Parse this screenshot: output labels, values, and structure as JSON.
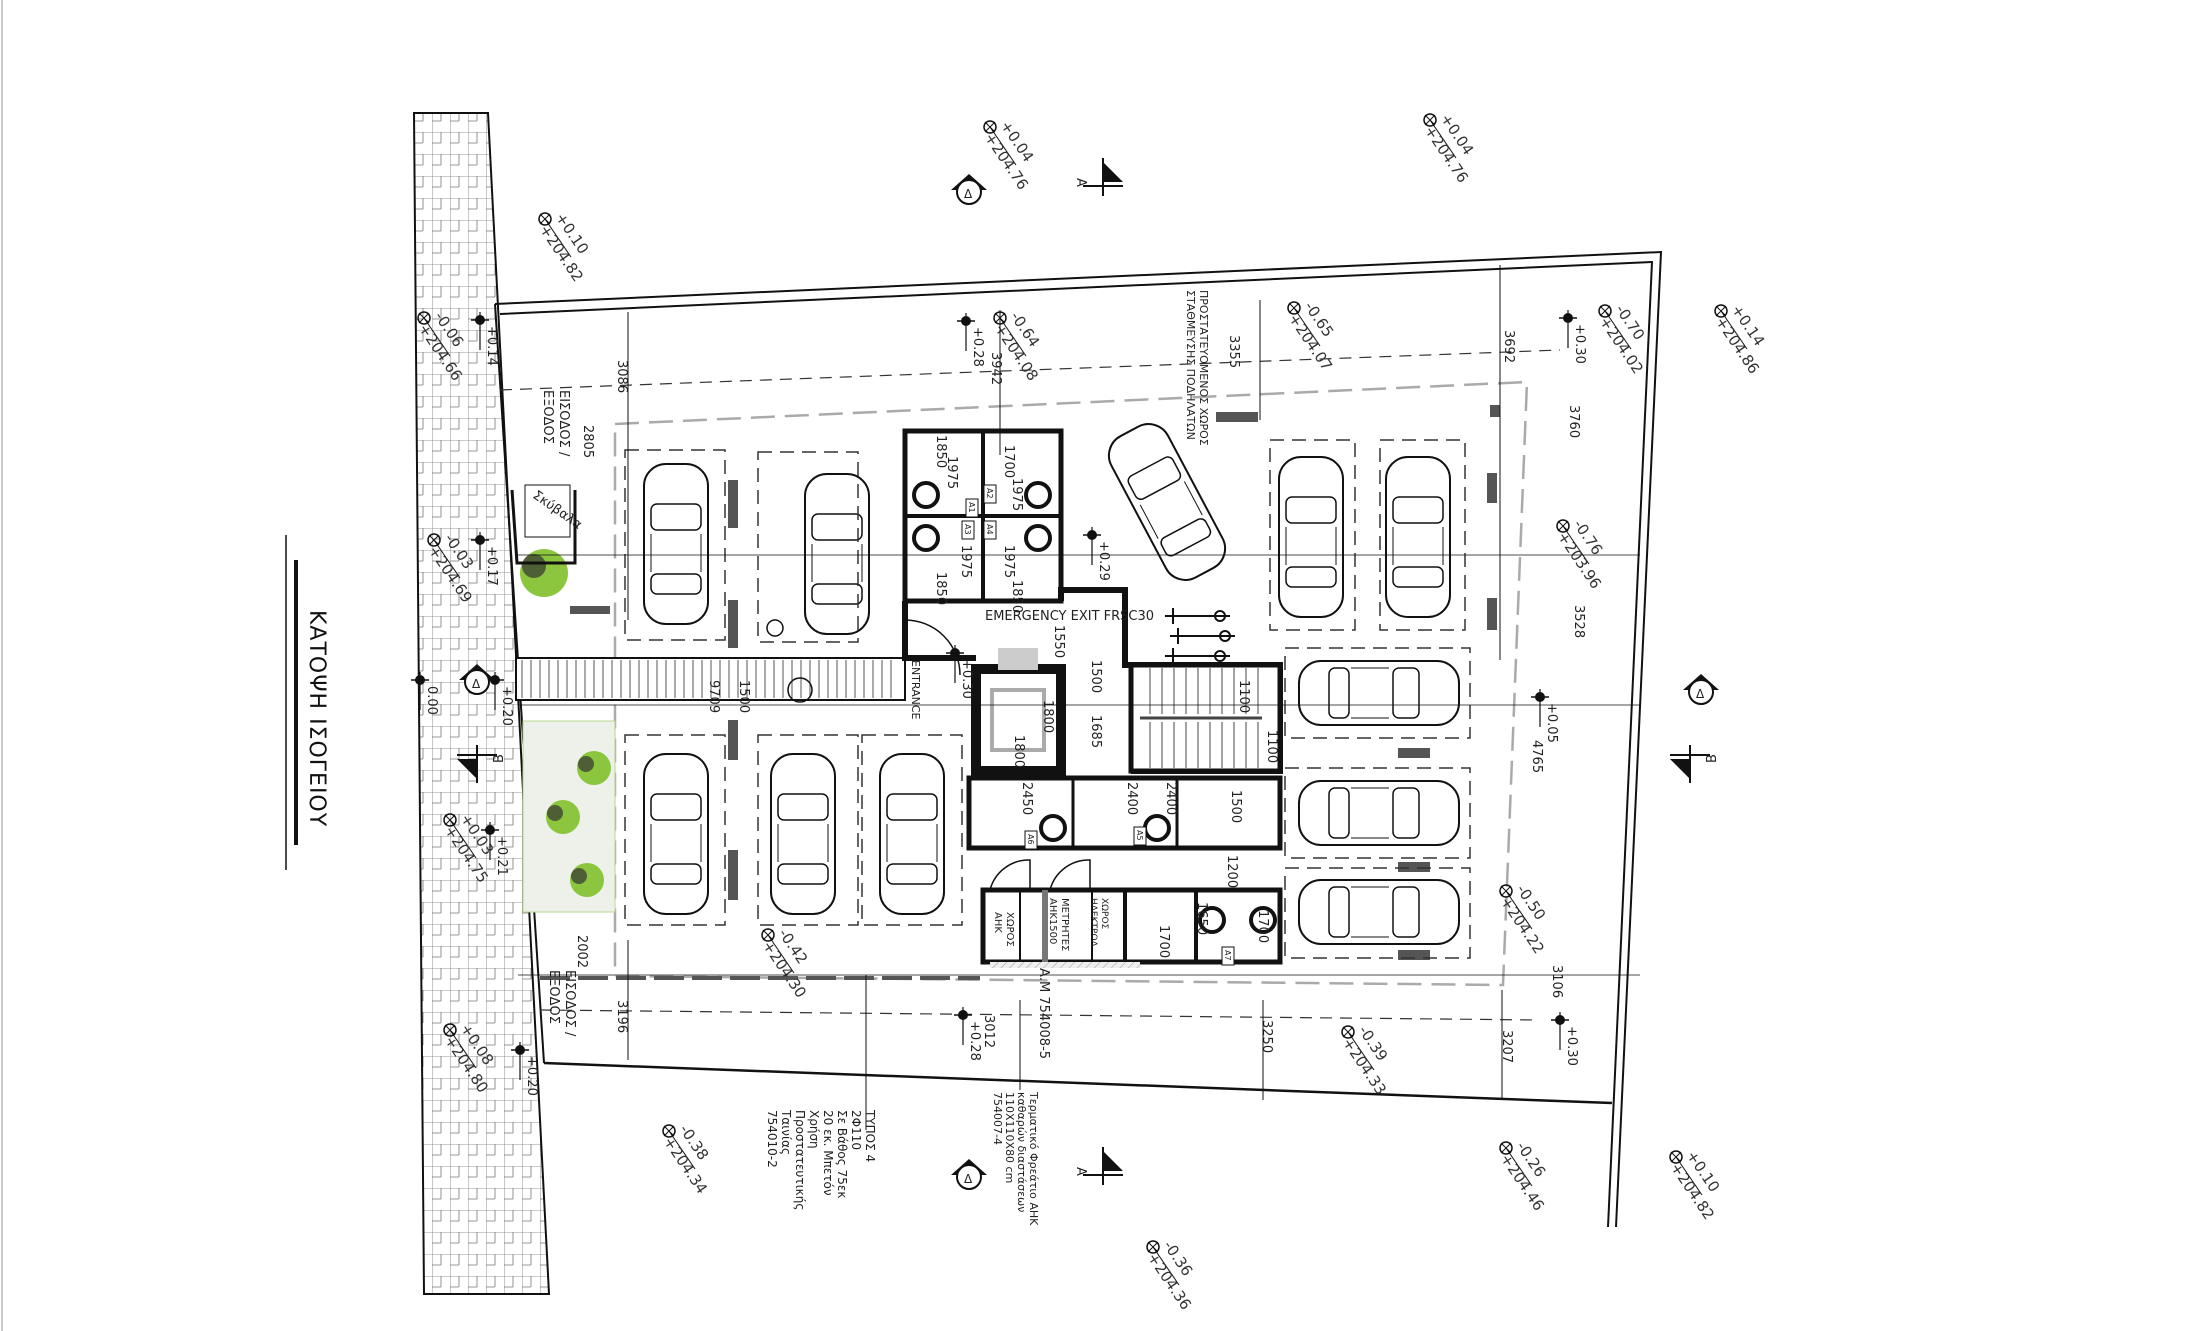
{
  "title": "ΚΑΤΟΨΗ ΙΣΟΓΕΙΟΥ",
  "colors": {
    "line": "#111111",
    "wall_fill": "#555555",
    "hatch": "#bbbbbb",
    "landscape": "#eef1ea",
    "tree": "#8cc63f"
  },
  "levels": [
    {
      "value": "+0.04",
      "absolute": "+204.76"
    },
    {
      "value": "+0.04",
      "absolute": "+204.76"
    },
    {
      "value": "+0.10",
      "absolute": "+204.82"
    },
    {
      "value": "-0.06",
      "absolute": "+204.66"
    },
    {
      "value": "-0.64",
      "absolute": "+204.08"
    },
    {
      "value": "-0.65",
      "absolute": "+204.07"
    },
    {
      "value": "-0.70",
      "absolute": "+204.02"
    },
    {
      "value": "+0.14",
      "absolute": "+204.86"
    },
    {
      "value": "-0.76",
      "absolute": "+203.96"
    },
    {
      "value": "-0.03",
      "absolute": "+204.69"
    },
    {
      "value": "+0.03",
      "absolute": "+204.75"
    },
    {
      "value": "-0.42",
      "absolute": "+204.30"
    },
    {
      "value": "-0.50",
      "absolute": "+204.22"
    },
    {
      "value": "+0.08",
      "absolute": "+204.80"
    },
    {
      "value": "-0.39",
      "absolute": "+204.33"
    },
    {
      "value": "-0.38",
      "absolute": "+204.34"
    },
    {
      "value": "-0.26",
      "absolute": "+204.46"
    },
    {
      "value": "+0.10",
      "absolute": "+204.82"
    },
    {
      "value": "-0.36",
      "absolute": "+204.36"
    }
  ],
  "spot_levels": [
    "+0.14",
    "+0.17",
    "0.00",
    "+0.20",
    "+0.21",
    "+0.20",
    "+0.28",
    "+0.29",
    "+0.30",
    "+0.30",
    "+0.05",
    "+0.28",
    "+0.30"
  ],
  "dimensions": [
    "3086",
    "2805",
    "9709",
    "1500",
    "2002",
    "3196",
    "3942",
    "3355",
    "3692",
    "3760",
    "3528",
    "4765",
    "3106",
    "3207",
    "3250",
    "3012",
    "1550",
    "1500",
    "1685",
    "1800",
    "1800",
    "1100",
    "1100",
    "2450",
    "2400",
    "2400",
    "1500",
    "1200",
    "1700",
    "1650",
    "1700",
    "1850",
    "1975",
    "1700",
    "1975",
    "1850",
    "1975",
    "1975",
    "1850"
  ],
  "labels": {
    "entrance_top": [
      "ΕΙΣΟΔΟΣ /",
      "ΕΞΟΔΟΣ"
    ],
    "entrance_bottom": [
      "ΕΙΣΟΔΟΣ /",
      "ΕΞΟΔΟΣ"
    ],
    "refuse": "Σκύβαλα",
    "bike_store": [
      "ΠΡΟΣΤΑΤΕΥΟΜΕΝΟΣ ΧΩΡΟΣ",
      "ΣΤΑΘΜΕΥΣΗΣ ΠΟΔΗΛΑΤΩΝ"
    ],
    "emergency_exit": "EMERGENCY EXIT FRSC30",
    "entrance": "ENTRANCE",
    "meters": [
      "ΜΕΤΡΗΤΕΣ",
      "ΑΗΚ1500"
    ],
    "ahk_room": [
      "ΧΩΡΟΣ",
      "ΑΗΚ"
    ],
    "elec_room": [
      "ΧΩΡΟΣ",
      "ΗΛΕΚΤΡΟΛ."
    ],
    "am_code": "Α.Μ 754008-5"
  },
  "storage_tags": [
    "A1",
    "A2",
    "A3",
    "A4",
    "A5",
    "A6",
    "A7"
  ],
  "notes": {
    "cable": [
      "ΤΥΠΟΣ 4",
      "2Φ110",
      "Σε Βάθος 75εκ",
      "20 εκ. Μπετόν",
      "Χρήση",
      "Προστατευτικής",
      "Ταινίας",
      "754010-2"
    ],
    "manhole": [
      "Τερματικό Φρεάτιο ΑΗΚ",
      "καθαρών διαστάσεων",
      "110Χ110Χ80 cm",
      "754007-4"
    ]
  },
  "sections": {
    "a": "Α",
    "b": "Β",
    "d": "Δ"
  }
}
